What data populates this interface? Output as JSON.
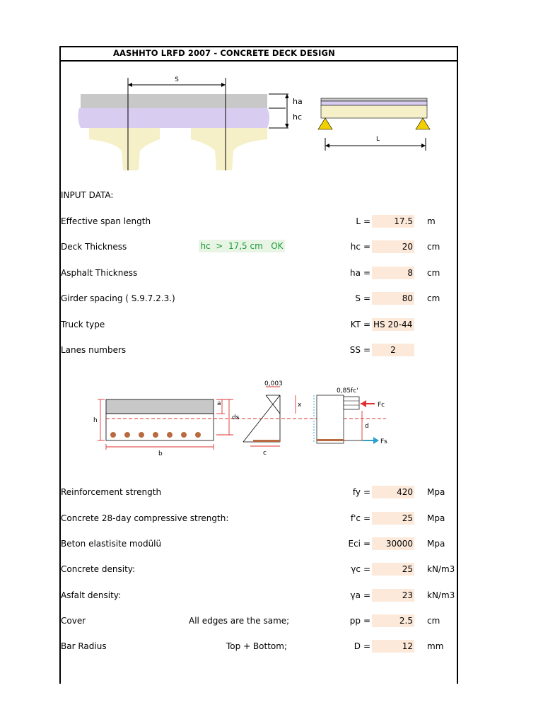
{
  "title": "AASHHTO LRFD 2007 - CONCRETE DECK DESIGN",
  "diagram_labels": {
    "s": "S",
    "ha": "ha",
    "hc": "hc",
    "l": "L",
    "strain": "0,003",
    "h": "h",
    "a": "a",
    "ds": "ds",
    "x": "x",
    "b": "b",
    "c": "c",
    "stress": "0,85fc'",
    "fc": "Fc",
    "d": "d",
    "fs": "Fs"
  },
  "section_input": "INPUT DATA:",
  "rows": [
    {
      "label": "Effective span length",
      "symbol": "L",
      "value": "17.5",
      "unit": "m"
    },
    {
      "label": "Deck Thickness",
      "symbol": "hc",
      "value": "20",
      "unit": "cm",
      "check": "hc  >  17,5 cm   OK"
    },
    {
      "label": "Asphalt Thickness",
      "symbol": "ha",
      "value": "8",
      "unit": "cm"
    },
    {
      "label": "Girder spacing ( S.9.7.2.3.)",
      "symbol": "S",
      "value": "80",
      "unit": "cm"
    },
    {
      "label": "Truck type",
      "symbol": "KT",
      "value": "HS 20-44",
      "unit": ""
    },
    {
      "label": "Lanes numbers",
      "symbol": "SS",
      "value": "2",
      "unit": ""
    },
    {
      "label": "Reinforcement strength",
      "symbol": "fy",
      "value": "420",
      "unit": "Mpa"
    },
    {
      "label": "Concrete 28-day compressive strength:",
      "symbol": "f'c",
      "value": "25",
      "unit": "Mpa"
    },
    {
      "label": "Beton elastisite modülü",
      "symbol": "Eci",
      "value": "30000",
      "unit": "Mpa"
    },
    {
      "label": "Concrete density:",
      "symbol": "γc",
      "value": "25",
      "unit": "kN/m3"
    },
    {
      "label": "Asfalt density:",
      "symbol": "γa",
      "value": "23",
      "unit": "kN/m3"
    },
    {
      "label": "Cover",
      "note": "All edges are the same;",
      "symbol": "pp",
      "value": "2.5",
      "unit": "cm"
    },
    {
      "label": "Bar Radius",
      "note": "Top + Bottom;",
      "symbol": "D",
      "value": "12",
      "unit": "mm"
    }
  ],
  "eq_sign": "=",
  "colors": {
    "asphalt": "#c8c8c8",
    "deck": "#d8cdf0",
    "girder": "#f5f0c8",
    "input_cell": "#fce9da",
    "ok_text": "#1a9a3a",
    "ok_bg": "#e8f5e4",
    "dim_red": "#e03030",
    "support": "#f2d000",
    "rebar": "#b86a40"
  }
}
